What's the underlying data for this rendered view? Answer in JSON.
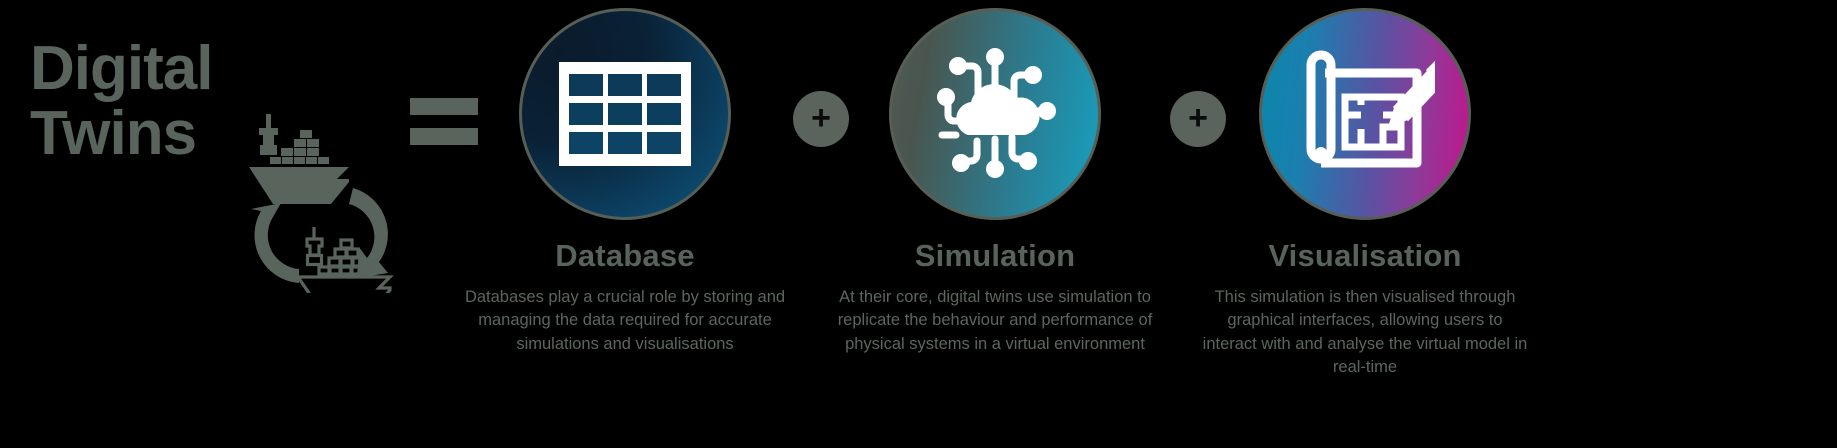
{
  "background_color": "#000000",
  "text_color": "#5c665f",
  "lead": {
    "line1": "Digital",
    "line2": "Twins",
    "icon": "ship-cycle-icon",
    "operator": "="
  },
  "operators": [
    {
      "symbol": "+",
      "name": "plus-operator-1"
    },
    {
      "symbol": "+",
      "name": "plus-operator-2"
    }
  ],
  "columns": [
    {
      "id": "database",
      "icon": "table-grid-icon",
      "heading": "Database",
      "body": "Databases play a crucial role by storing and managing the data required for accurate simulations and visualisations",
      "accent": "#0d5278",
      "gradient_from": "#0a1b2c",
      "gradient_to": "#0d5278"
    },
    {
      "id": "simulation",
      "icon": "cloud-network-icon",
      "heading": "Simulation",
      "body": "At their core, digital twins use simulation to replicate the behaviour and performance of physical systems in a virtual environment",
      "accent": "#17a0c0",
      "gradient_from": "#4e5951",
      "gradient_to": "#17a0c0"
    },
    {
      "id": "visualisation",
      "icon": "blueprint-pencil-icon",
      "heading": "Visualisation",
      "body": "This simulation is then visualised through graphical interfaces, allowing users to interact with and analyse the virtual model in real-time",
      "accent": "#c2158c",
      "gradient_from": "#0b87ab",
      "gradient_to": "#c2158c"
    }
  ]
}
